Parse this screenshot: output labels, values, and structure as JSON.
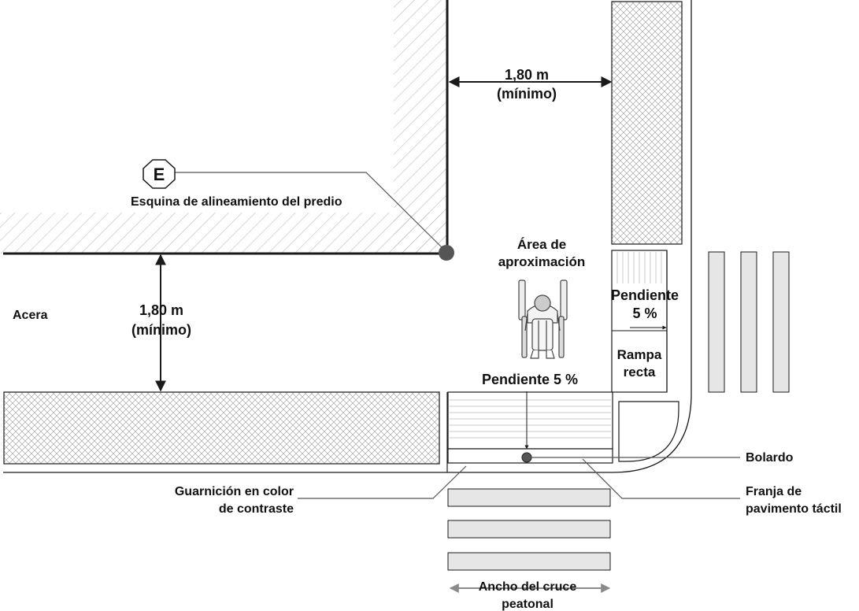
{
  "labels": {
    "width_top_1": "1,80 m",
    "width_top_2": "(mínimo)",
    "corner_marker": "E",
    "corner_text": "Esquina de alineamiento del predio",
    "width_left_1": "1,80 m",
    "width_left_2": "(mínimo)",
    "acera": "Acera",
    "approach_1": "Área de",
    "approach_2": "aproximación",
    "slope_right_1": "Pendiente",
    "slope_right_2": "5 %",
    "ramp_1": "Rampa",
    "ramp_2": "recta",
    "slope_bottom": "Pendiente 5 %",
    "bollard": "Bolardo",
    "curb_1": "Guarnición en color",
    "curb_2": "de contraste",
    "tactile_1": "Franja de",
    "tactile_2": "pavimento táctil",
    "crossing_1": "Ancho del cruce",
    "crossing_2": "peatonal"
  },
  "colors": {
    "line": "#1a1a1a",
    "hatch": "#bdbdbd",
    "crosshatch": "#b5b5b5",
    "zebra_fill": "#e6e6e6",
    "ramp_line": "#c8c8c8",
    "arrow_gray": "#8a8a8a",
    "dot": "#555555"
  }
}
